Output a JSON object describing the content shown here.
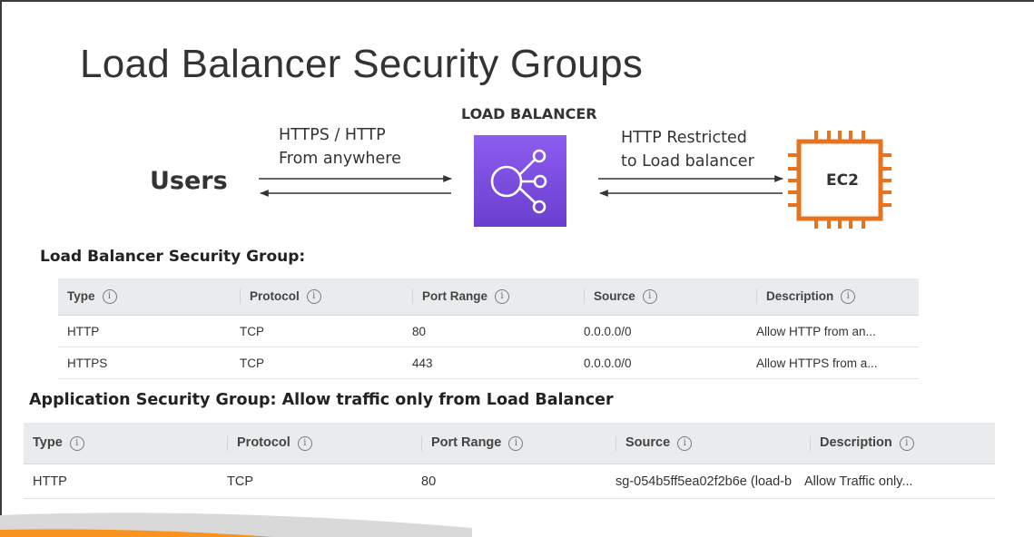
{
  "slide": {
    "title": "Load Balancer Security Groups"
  },
  "diagram": {
    "users_label": "Users",
    "load_balancer_label": "LOAD BALANCER",
    "left_edge_label_line1": "HTTPS / HTTP",
    "left_edge_label_line2": "From anywhere",
    "right_edge_label_line1": "HTTP Restricted",
    "right_edge_label_line2": "to Load balancer",
    "ec2_label": "EC2",
    "colors": {
      "load_balancer": "#7b4ee0",
      "ec2": "#e8731f",
      "accent_swoosh": "#f7931e"
    },
    "icons": [
      "load-balancer-icon",
      "ec2-chip-icon"
    ]
  },
  "lb_security_group": {
    "heading": "Load Balancer Security Group:",
    "columns": [
      "Type",
      "Protocol",
      "Port Range",
      "Source",
      "Description"
    ],
    "rows": [
      [
        "HTTP",
        "TCP",
        "80",
        "0.0.0.0/0",
        "Allow HTTP from an..."
      ],
      [
        "HTTPS",
        "TCP",
        "443",
        "0.0.0.0/0",
        "Allow HTTPS from a..."
      ]
    ]
  },
  "app_security_group": {
    "heading": "Application Security Group: Allow traffic only from Load Balancer",
    "columns": [
      "Type",
      "Protocol",
      "Port Range",
      "Source",
      "Description"
    ],
    "rows": [
      [
        "HTTP",
        "TCP",
        "80",
        "sg-054b5ff5ea02f2b6e (load-b",
        "Allow Traffic only..."
      ]
    ]
  },
  "info_glyph": "i"
}
